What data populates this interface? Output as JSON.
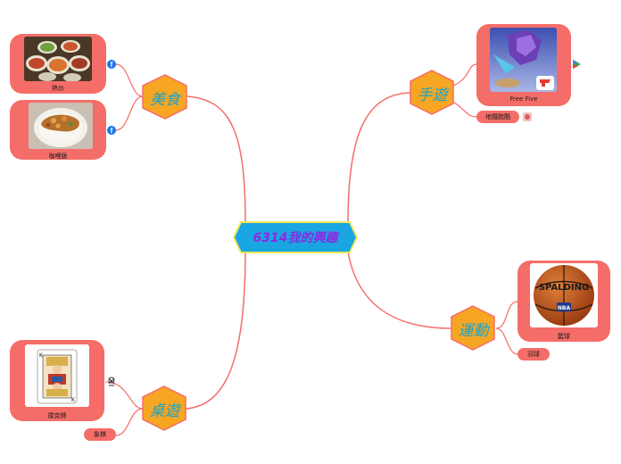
{
  "center": {
    "label": "6314我的興趣"
  },
  "branches": {
    "food": {
      "label": "美食",
      "items": [
        {
          "caption": "熱炒"
        },
        {
          "caption": "咖哩飯"
        }
      ]
    },
    "mobile_games": {
      "label": "手遊",
      "items": [
        {
          "caption": "Free Five"
        }
      ],
      "extra": "地鐵跑酷"
    },
    "board_games": {
      "label": "桌遊",
      "items": [
        {
          "caption": "撲克牌"
        }
      ],
      "extra": "象棋"
    },
    "sports": {
      "label": "運動",
      "items": [
        {
          "caption": "籃球"
        }
      ],
      "extra": "羽球"
    }
  },
  "icons": {
    "food_1": "facebook-icon",
    "food_2": "facebook-icon",
    "mobile_games_1": "google-play-icon",
    "mobile_games_extra": "app-icon",
    "board_games_1": "chess-icon",
    "logo_text": "SPALDING",
    "logo_sub": "NBA",
    "ff_logo_text": "Free Five"
  },
  "colors": {
    "line": "#f56d68",
    "hex_fill": "#f6a623",
    "hex_text": "#1ea3c7",
    "center_fill": "#19a6e2",
    "center_border": "#f3e85a",
    "center_text": "#8a2be2",
    "card": "#f56d68"
  }
}
